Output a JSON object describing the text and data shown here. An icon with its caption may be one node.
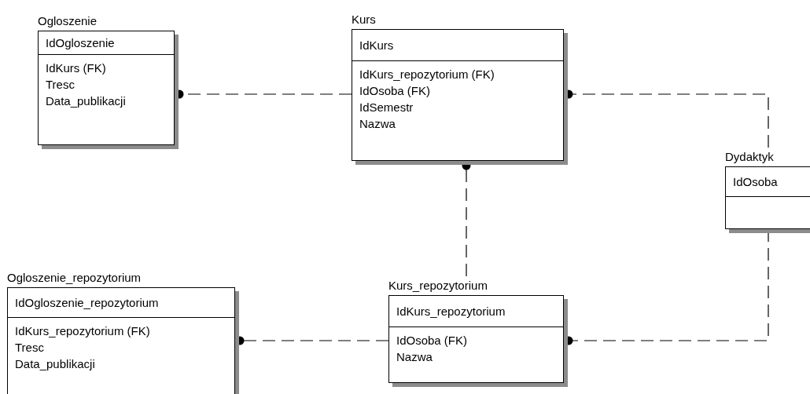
{
  "diagram": {
    "nodes": [
      {
        "text": [
          "Ogloszenie",
          "IdOgloszenie",
          "IdKurs (FK)",
          "Tresc",
          "Data_publikacji"
        ]
      },
      {
        "text": [
          "Kurs",
          "IdKurs",
          "IdKurs_repozytorium (FK)",
          "IdOsoba (FK)",
          "IdSemestr",
          "Nazwa"
        ]
      },
      {
        "text": [
          "Dydaktyk",
          "IdOsoba"
        ]
      },
      {
        "text": [
          "Ogloszenie_repozytorium",
          "IdOgloszenie_repozytorium",
          "IdKurs_repozytorium (FK)",
          "Tresc",
          "Data_publikacji"
        ]
      },
      {
        "text": [
          "Kurs_repozytorium",
          "IdKurs_repozytorium",
          "IdOsoba (FK)",
          "Nazwa"
        ]
      }
    ],
    "edges": [
      {
        "from": 1,
        "to": 0,
        "arrow": "other",
        "style": "dashed"
      },
      {
        "from": 2,
        "to": 1,
        "arrow": "other",
        "style": "dashed"
      },
      {
        "from": 4,
        "to": 1,
        "arrow": "other",
        "style": "dashed"
      },
      {
        "from": 4,
        "to": 3,
        "arrow": "other",
        "style": "dashed"
      },
      {
        "from": 2,
        "to": 4,
        "arrow": "other",
        "style": "dashed"
      }
    ]
  }
}
